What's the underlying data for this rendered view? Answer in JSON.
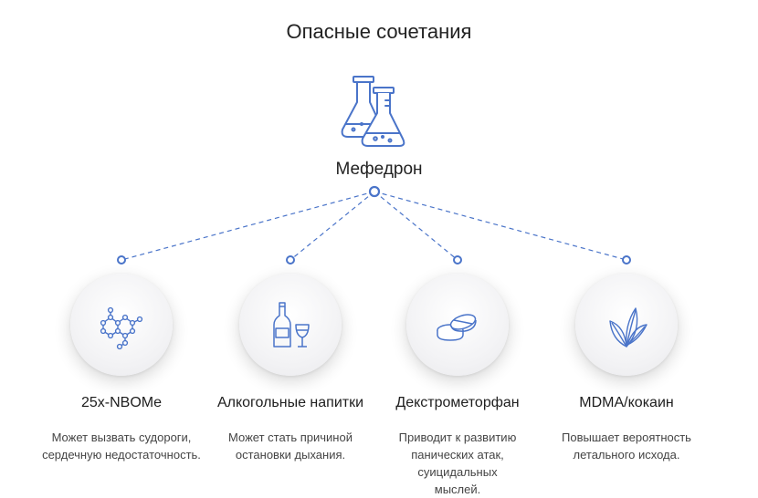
{
  "title": "Опасные сочетания",
  "center": {
    "label": "Мефедрон",
    "icon": "flasks-icon"
  },
  "accent_color": "#4a74c9",
  "items": [
    {
      "title": "25x-NBOMe",
      "description": "Может вызвать судороги, сердечную недостаточность.",
      "icon": "molecule-icon"
    },
    {
      "title": "Алкогольные напитки",
      "description": "Может стать причиной остановки дыхания.",
      "icon": "bottle-glass-icon"
    },
    {
      "title": "Декстрометорфан",
      "description": "Приводит к развитию панических атак, суицидальных мыслей.",
      "icon": "pills-icon"
    },
    {
      "title": "MDMA/кокаин",
      "description": "Повышает вероятность летального исхода.",
      "icon": "leaves-icon"
    }
  ]
}
